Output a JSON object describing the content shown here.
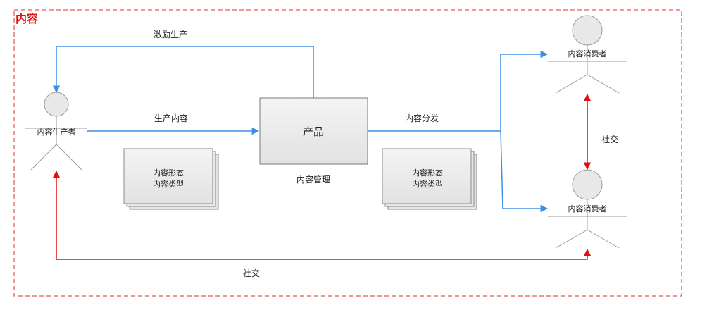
{
  "frame": {
    "title": "内容"
  },
  "actors": {
    "producer": "内容生产者",
    "consumer_top": "内容消费者",
    "consumer_bottom": "内容消费者"
  },
  "product": {
    "label": "产品",
    "sublabel": "内容管理"
  },
  "stacks": {
    "left": {
      "line1": "内容形态",
      "line2": "内容类型"
    },
    "right": {
      "line1": "内容形态",
      "line2": "内容类型"
    }
  },
  "edges": {
    "incentive": "激励生产",
    "produce": "生产内容",
    "distribute": "内容分发",
    "social_right": "社交",
    "social_bottom": "社交"
  },
  "colors": {
    "frame": "#e23030",
    "blue_arrow": "#3d8fe6",
    "red_arrow": "#e01010",
    "actor_stroke": "#9a9a9a",
    "actor_fill": "#e8e8e8",
    "box_fill": "#ececec",
    "box_stroke": "#7a7a7a"
  }
}
